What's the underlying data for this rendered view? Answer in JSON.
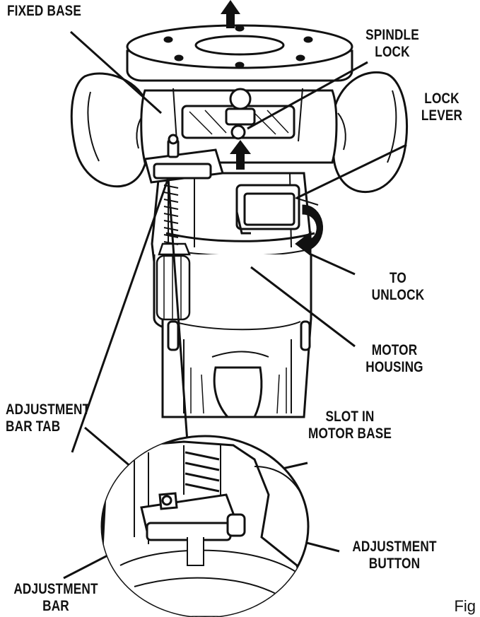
{
  "labels": {
    "fixed_base": [
      "FIXED BASE"
    ],
    "spindle_lock": [
      "SPINDLE",
      "LOCK"
    ],
    "lock_lever": [
      "LOCK",
      "LEVER"
    ],
    "to_unlock": [
      "TO",
      "UNLOCK"
    ],
    "motor_housing": [
      "MOTOR",
      "HOUSING"
    ],
    "adjustment_bar_tab": [
      "ADJUSTMENT",
      "BAR TAB"
    ],
    "slot_in_motor_base": [
      "SLOT IN",
      "MOTOR BASE"
    ],
    "adjustment_button": [
      "ADJUSTMENT",
      "BUTTON"
    ],
    "adjustment_bar": [
      "ADJUSTMENT",
      "BAR"
    ]
  },
  "figure_label": "Fig",
  "colors": {
    "ink": "#111111",
    "fill": "#ffffff",
    "shade": "#d0d0d0"
  },
  "icons": [
    "arrow-up-icon",
    "rotate-arrow-icon"
  ]
}
